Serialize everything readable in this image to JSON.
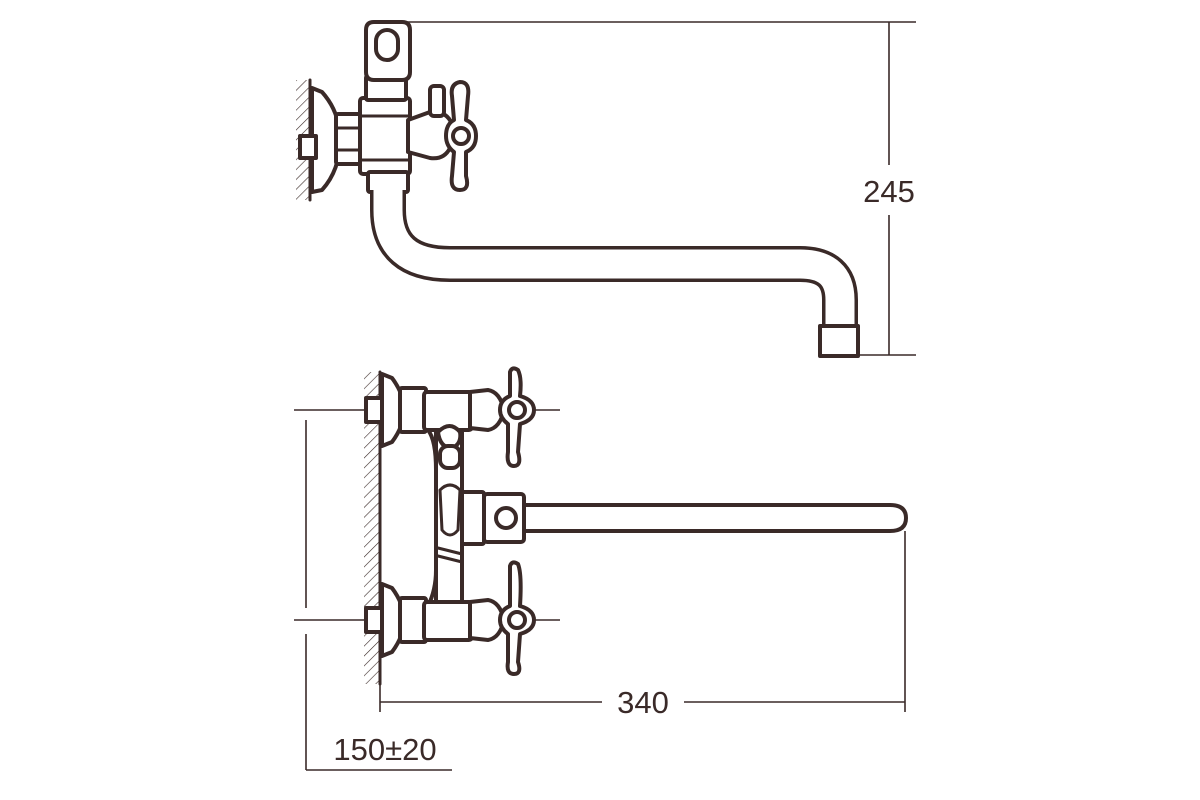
{
  "dimensions": {
    "height": "245",
    "spout_length": "340",
    "center_distance": "150±20"
  },
  "colors": {
    "stroke": "#3a2a28",
    "background": "#ffffff"
  }
}
